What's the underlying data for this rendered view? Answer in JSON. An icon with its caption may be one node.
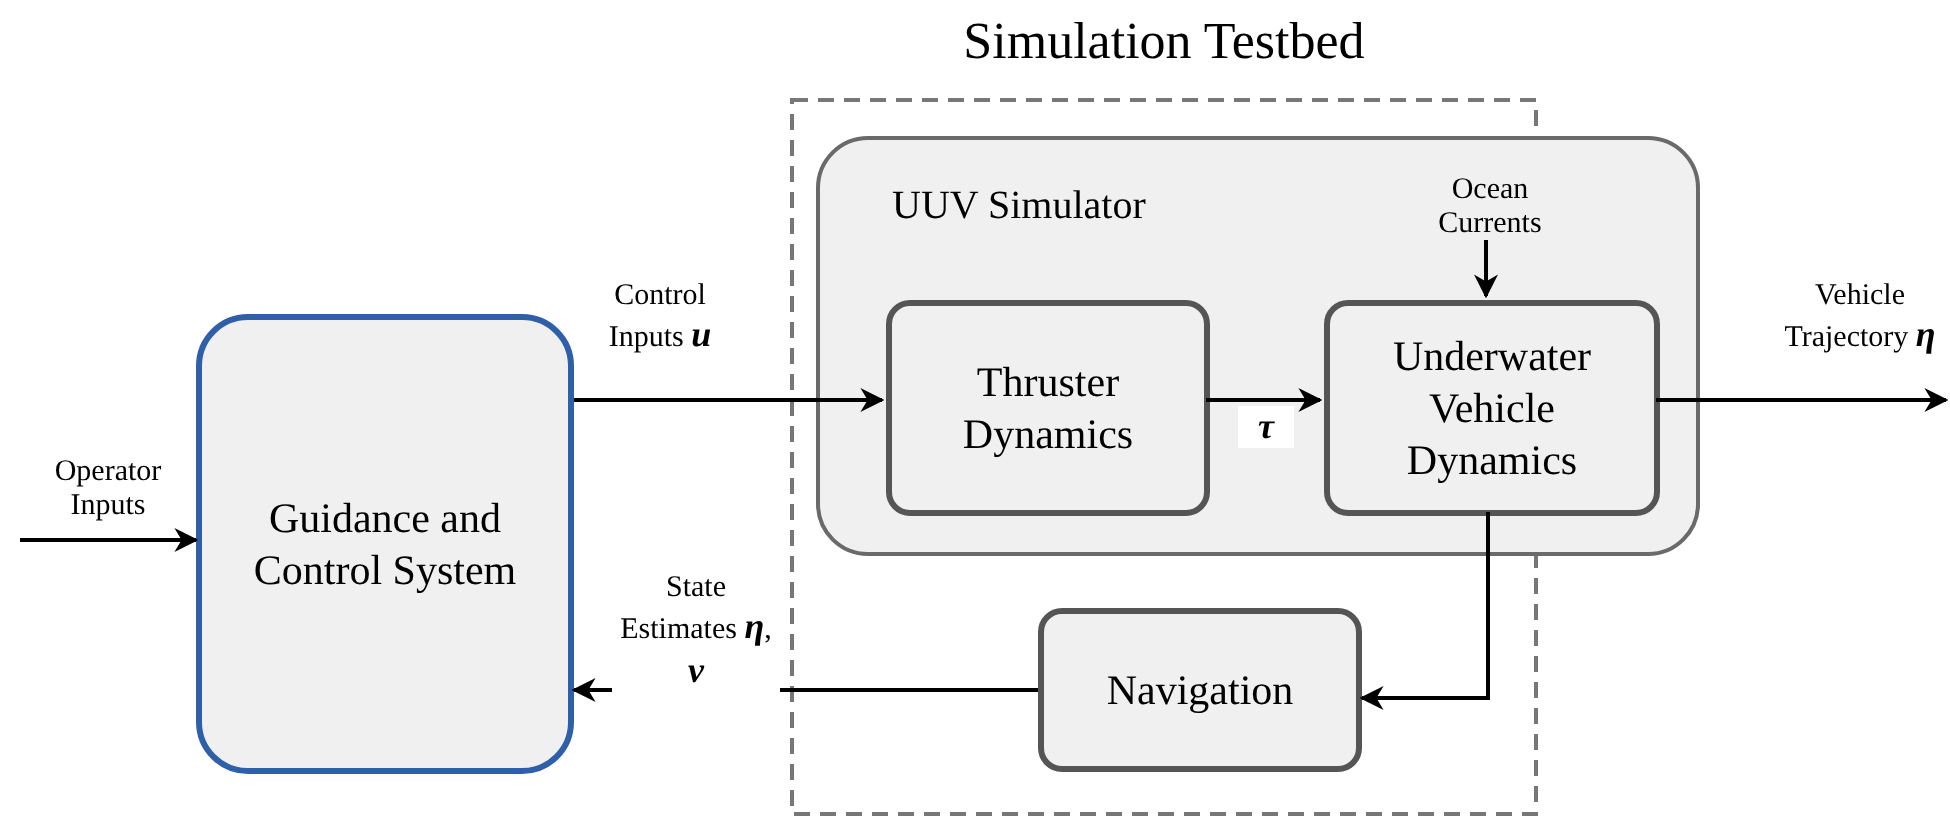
{
  "diagram": {
    "nodes": [
      {
        "text": [
          "Simulation Testbed"
        ]
      },
      {
        "text": [
          "UUV Simulator"
        ]
      },
      {
        "text": [
          "Thruster Dynamics"
        ],
        "in": 1
      },
      {
        "text": [
          "Underwater Vehicle Dynamics"
        ],
        "in": 1
      },
      {
        "text": [
          "Ocean Currents"
        ],
        "in": 1
      },
      {
        "text": [
          "Guidance and Control System"
        ]
      },
      {
        "text": [
          "Navigation"
        ],
        "in": 0
      }
    ],
    "edges": [
      {
        "from": null,
        "to": 5,
        "arrow": "to",
        "label": "Operator Inputs"
      },
      {
        "from": 5,
        "to": 2,
        "arrow": "to",
        "label": "Control Inputs **u**"
      },
      {
        "from": 2,
        "to": 3,
        "arrow": "to",
        "label": "**τ**"
      },
      {
        "from": 3,
        "to": null,
        "arrow": "to",
        "label": "Vehicle Trajectory **η**"
      },
      {
        "from": 4,
        "to": 3,
        "arrow": "to"
      },
      {
        "from": 3,
        "to": 6,
        "arrow": "to"
      },
      {
        "from": 6,
        "to": 5,
        "arrow": "to",
        "label": "State Estimates **η**, **ν**"
      }
    ]
  }
}
